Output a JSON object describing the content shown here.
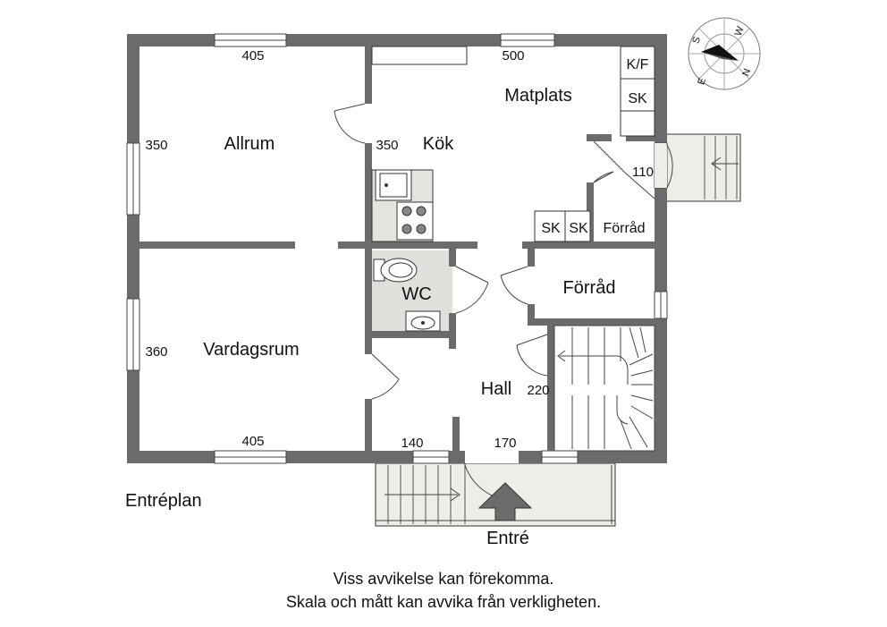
{
  "plan": {
    "rooms": {
      "allrum": "Allrum",
      "kok": "Kök",
      "matplats": "Matplats",
      "vardagsrum": "Vardagsrum",
      "wc": "WC",
      "hall": "Hall",
      "forrad_large": "Förråd",
      "forrad_small": "Förråd",
      "kf": "K/F",
      "sk_kitchen": "SK",
      "sk_left": "SK",
      "sk_right": "SK"
    },
    "dimensions": {
      "allrum_width": "405",
      "allrum_depth": "350",
      "kok_depth": "350",
      "kok_width": "500",
      "entry_porch": "110",
      "vardagsrum_depth": "360",
      "vardagsrum_width": "405",
      "hall_a": "140",
      "hall_b": "170",
      "hall_c": "220"
    },
    "level_label": "Entréplan",
    "entrance_label": "Entré"
  },
  "disclaimer": {
    "line1": "Viss avvikelse kan förekomma.",
    "line2": "Skala och mått kan avvika från verkligheten."
  },
  "compass": {
    "letters": [
      "N",
      "E",
      "S",
      "W"
    ]
  },
  "colors": {
    "wall": "#6b6b6b",
    "wet_room": "#e2e0dc",
    "porch": "#efede8",
    "line": "#333333"
  }
}
